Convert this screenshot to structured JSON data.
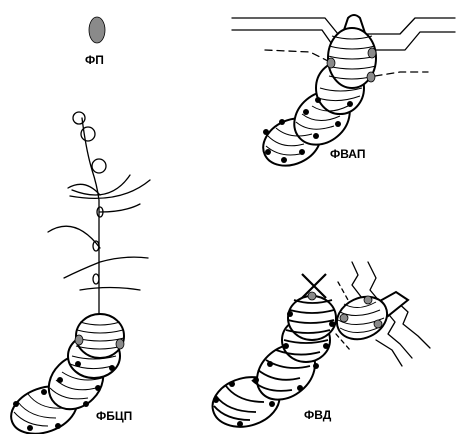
{
  "labels": {
    "fp": "ФП",
    "fvap": "ФВАП",
    "fbcp": "ФБЦП",
    "fvd": "ФВД"
  },
  "colors": {
    "ink": "#000000",
    "spot": "#8a8a8a",
    "background": "#ffffff"
  }
}
